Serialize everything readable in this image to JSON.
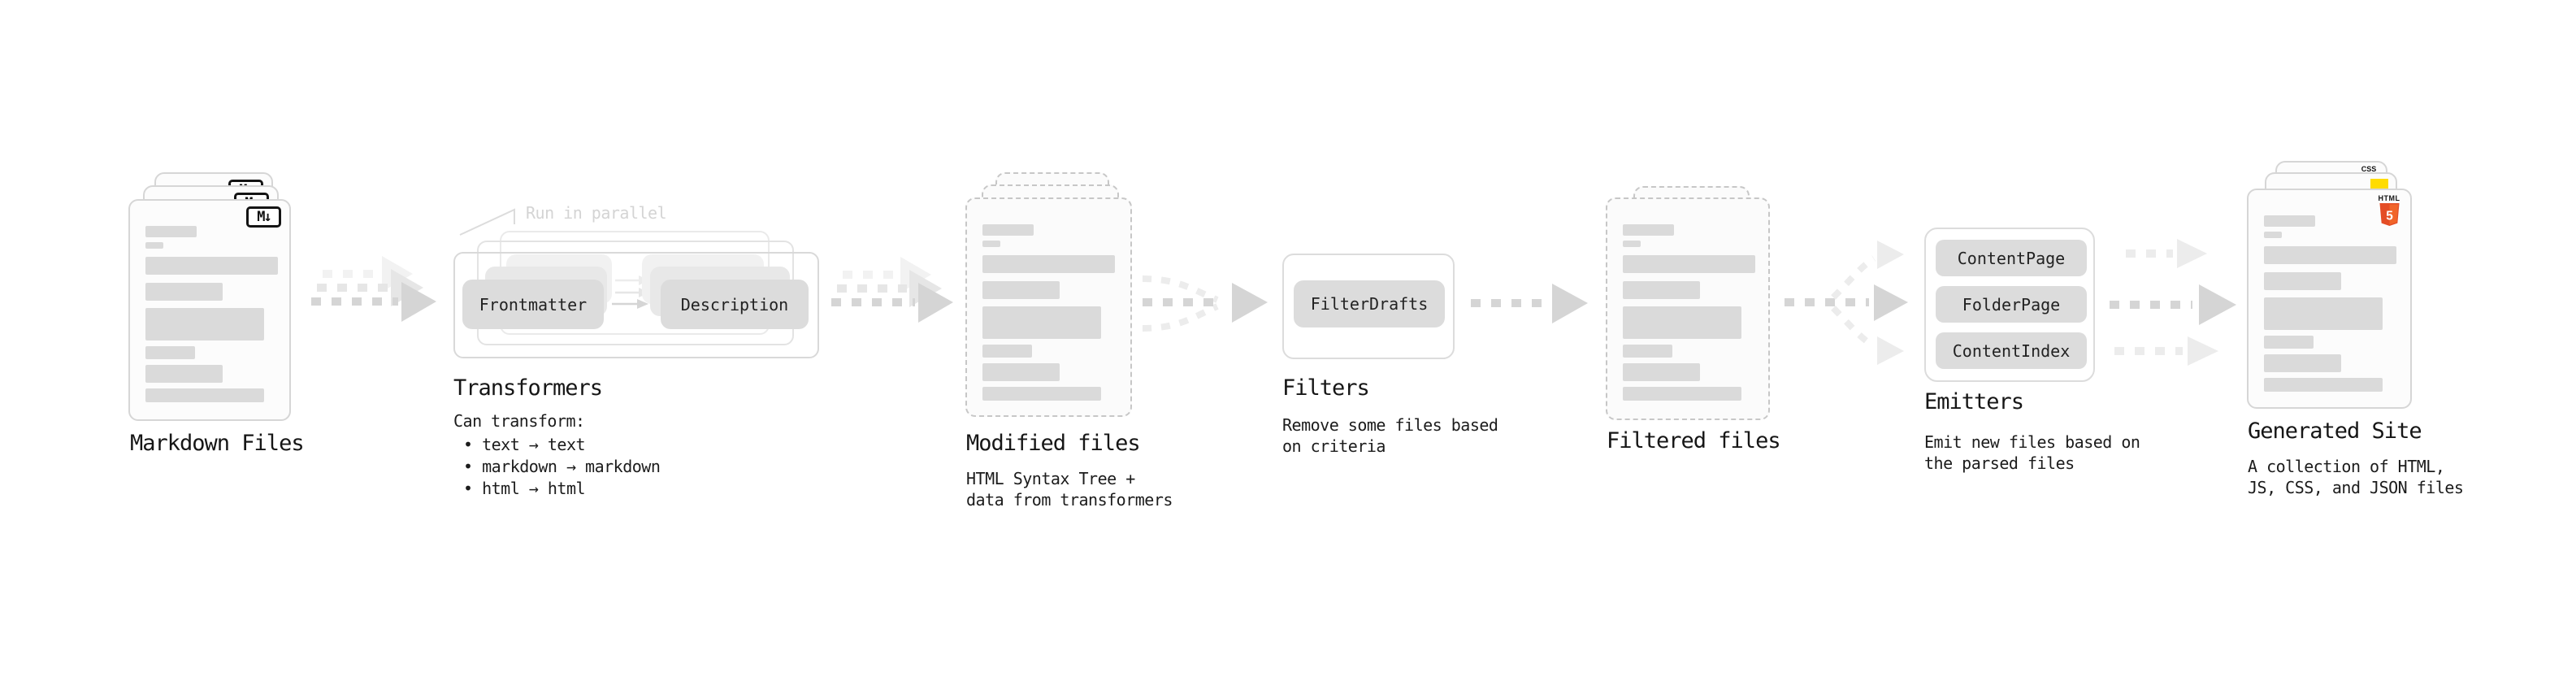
{
  "markdown": {
    "label": "Markdown Files",
    "badge": "M↓"
  },
  "transformers": {
    "note": "Run in parallel",
    "left_pill": "Frontmatter",
    "right_pill": "Description",
    "heading": "Transformers",
    "subheading": "Can transform:",
    "bullets": [
      "text → text",
      "markdown → markdown",
      "html → html"
    ]
  },
  "modified": {
    "heading": "Modified files",
    "description": [
      "HTML Syntax Tree +",
      "data from transformers"
    ]
  },
  "filters": {
    "pill": "FilterDrafts",
    "heading": "Filters",
    "description": [
      "Remove some files based",
      "on criteria"
    ]
  },
  "filtered": {
    "heading": "Filtered files"
  },
  "emitters": {
    "pills": [
      "ContentPage",
      "FolderPage",
      "ContentIndex"
    ],
    "heading": "Emitters",
    "description": [
      "Emit new files based on",
      "the parsed files"
    ]
  },
  "generated": {
    "heading": "Generated Site",
    "description": [
      "A collection of HTML,",
      "JS, CSS, and JSON files"
    ],
    "css_badge": "CSS",
    "html_badge_label": "HTML",
    "html_badge_number": "5"
  },
  "colors": {
    "arrow_gray": "#d5d5d5",
    "arrow_ghost": "#e6e6e6",
    "card_border": "#d6d6d6",
    "dashed_border": "#c7c7c7",
    "pill_bg": "#dcdcdc",
    "bar_gray": "#dadada",
    "js_yellow": "#ffdc00",
    "css_blue": "#2761e8",
    "html_orange": "#e44d26"
  }
}
